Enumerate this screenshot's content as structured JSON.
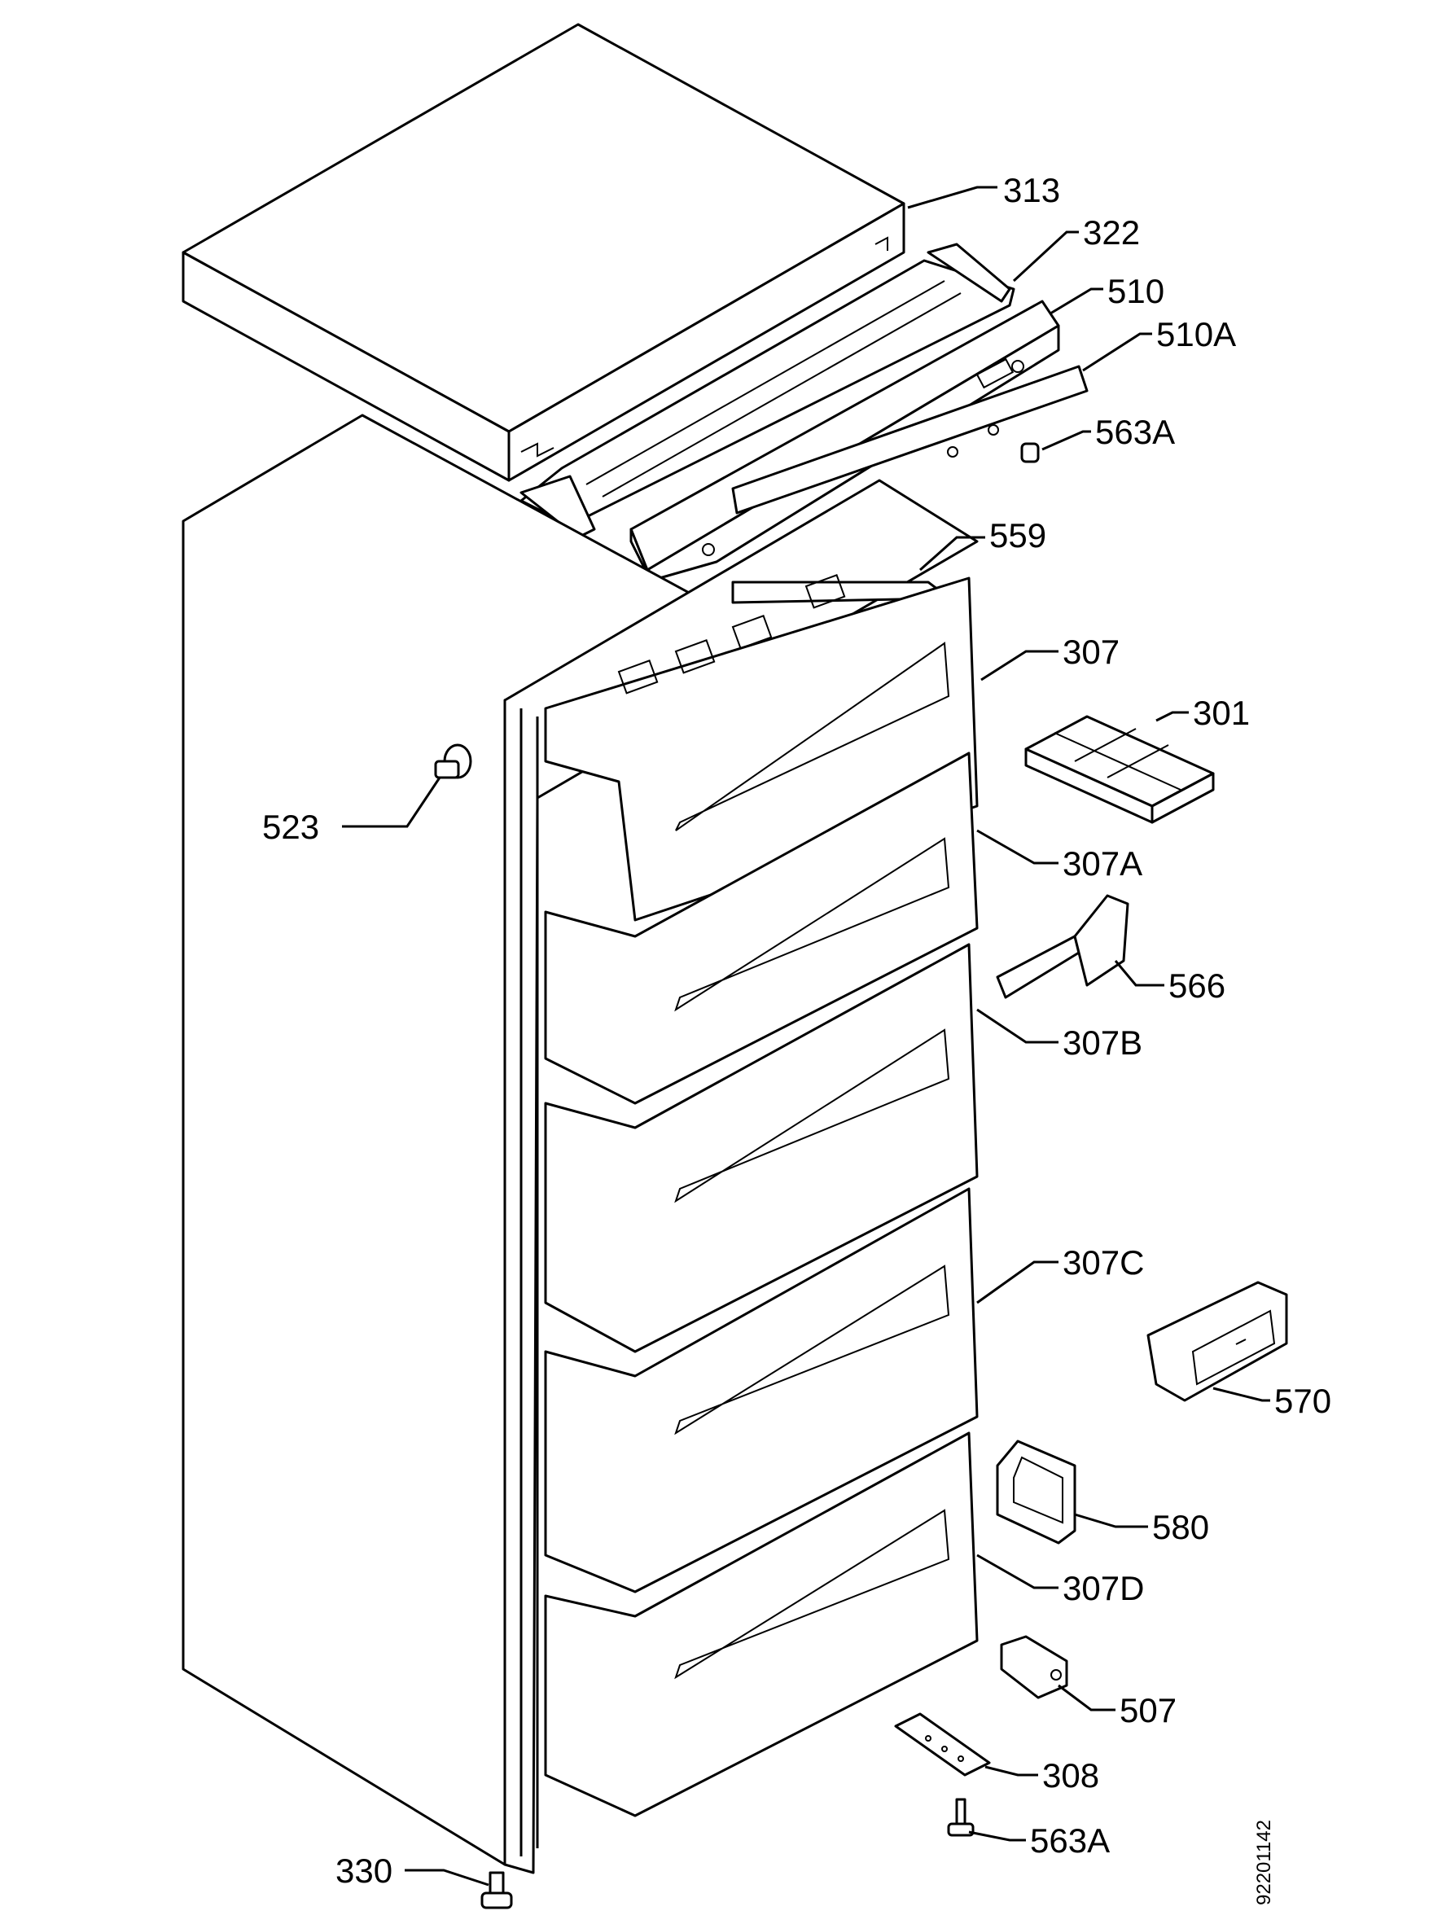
{
  "labels": {
    "p313": "313",
    "p322": "322",
    "p510": "510",
    "p510a": "510A",
    "p563a_top": "563A",
    "p559": "559",
    "p307": "307",
    "p301": "301",
    "p523": "523",
    "p307a": "307A",
    "p566": "566",
    "p307b": "307B",
    "p307c": "307C",
    "p570": "570",
    "p580": "580",
    "p307d": "307D",
    "p507": "507",
    "p308": "308",
    "p563a_bottom": "563A",
    "p330": "330"
  },
  "drawing_number": "92201142"
}
